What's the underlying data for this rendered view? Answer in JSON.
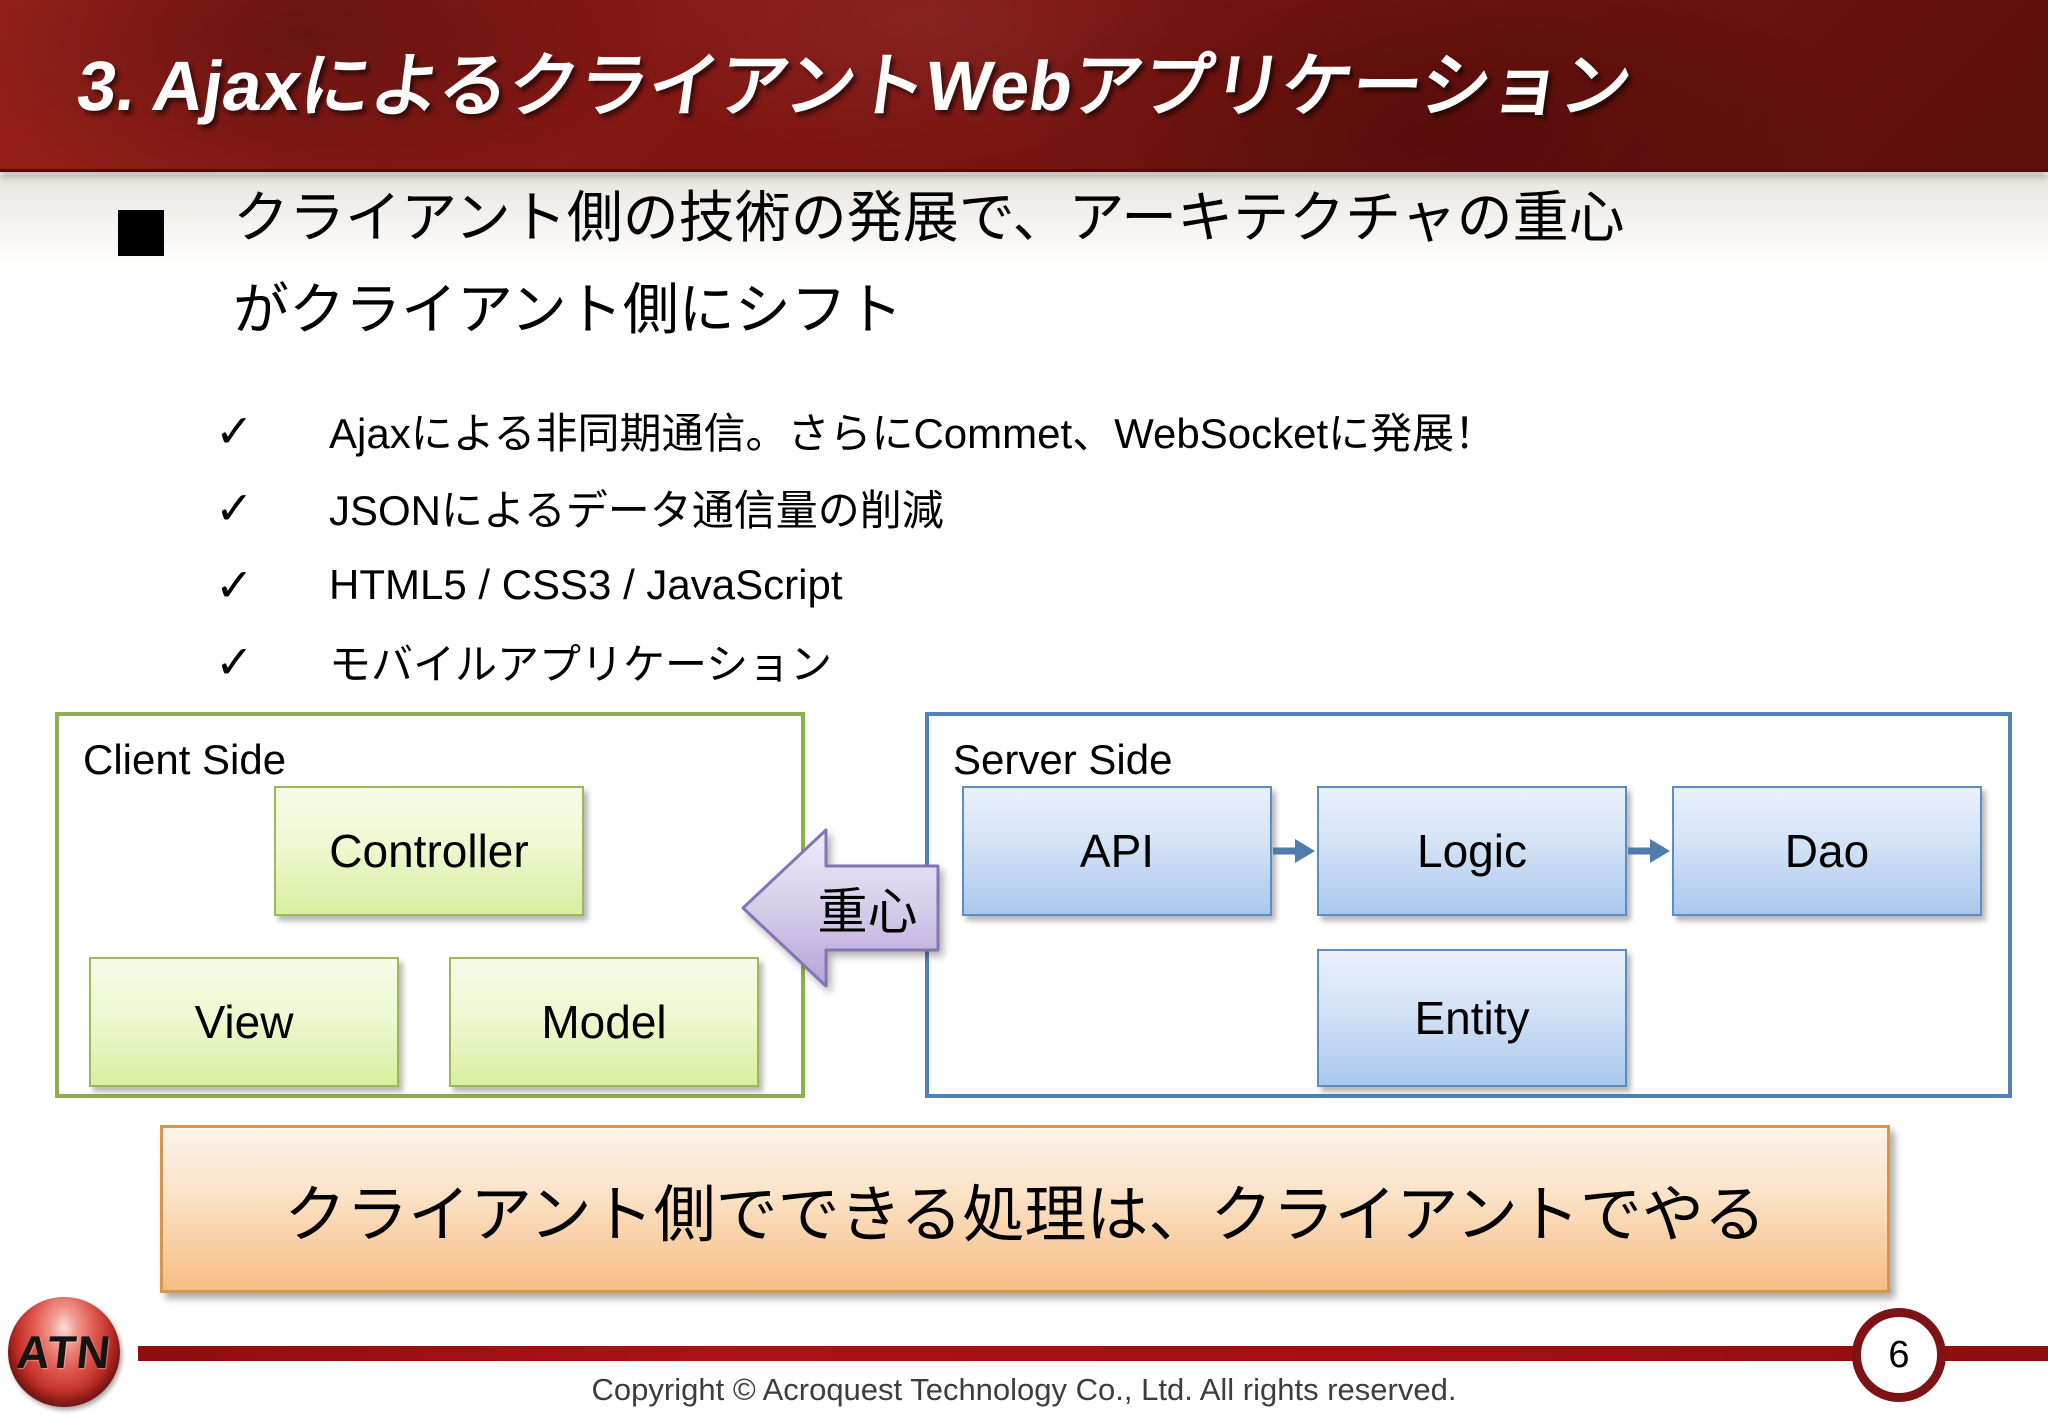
{
  "header": {
    "title": "3. AjaxによるクライアントWebアプリケーション"
  },
  "heading": {
    "line1": "クライアント側の技術の発展で、アーキテクチャの重心",
    "line2": "がクライアント側にシフト"
  },
  "checklist": [
    "Ajaxによる非同期通信。さらにCommet、WebSocketに発展！",
    "JSONによるデータ通信量の削減",
    "HTML5 / CSS3 / JavaScript",
    "モバイルアプリケーション"
  ],
  "diagram": {
    "client": {
      "label": "Client Side",
      "boxes": {
        "controller": "Controller",
        "view": "View",
        "model": "Model"
      }
    },
    "shift_arrow_label": "重心",
    "server": {
      "label": "Server Side",
      "boxes": {
        "api": "API",
        "logic": "Logic",
        "dao": "Dao",
        "entity": "Entity"
      }
    }
  },
  "banner": {
    "text": "クライアント側でできる処理は、クライアントでやる"
  },
  "footer": {
    "logo_text": "ATN",
    "copyright": "Copyright © Acroquest Technology Co., Ltd. All rights reserved.",
    "page_number": "6"
  },
  "colors": {
    "header_red": "#821713",
    "client_border": "#8caf4f",
    "client_box_fill": "#d8efa0",
    "server_border": "#4f81bd",
    "server_box_fill": "#aac8ec",
    "flow_arrow_blue": "#4f7dab",
    "shift_arrow_purple": "#b4a3d8",
    "shift_arrow_border": "#8674b4",
    "banner_border": "#d8954c",
    "banner_fill": "#f6bd83",
    "footer_bar_red": "#ad1114",
    "page_ring_red": "#7d1315"
  }
}
